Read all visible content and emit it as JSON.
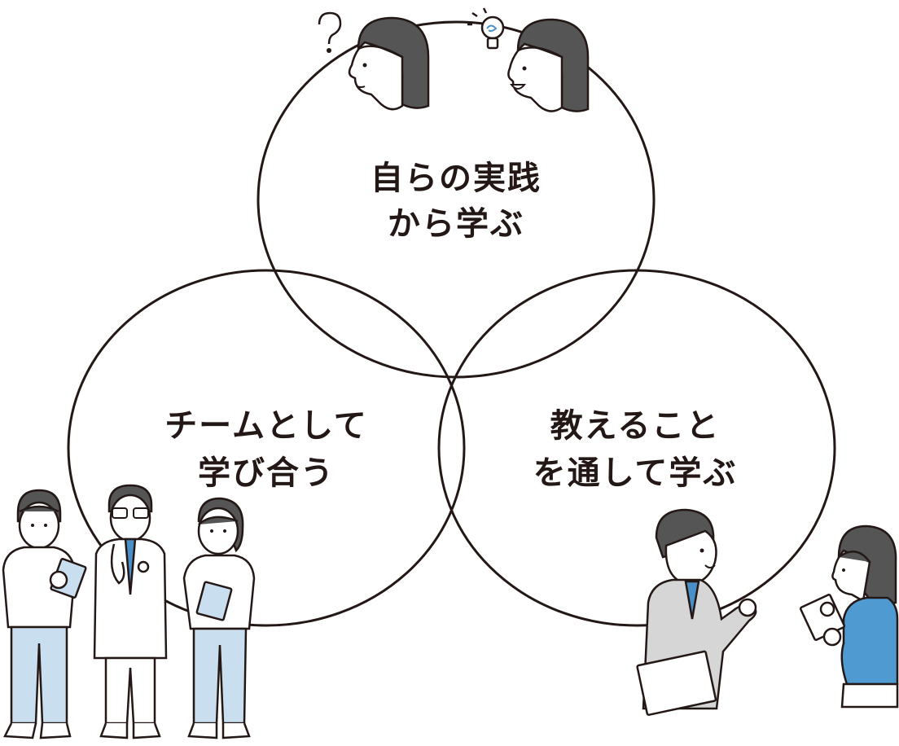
{
  "diagram": {
    "circles": [
      {
        "id": "top",
        "lines": [
          "自らの実践",
          "から学ぶ"
        ]
      },
      {
        "id": "left",
        "lines": [
          "チームとして",
          "学び合う"
        ]
      },
      {
        "id": "right",
        "lines": [
          "教えること",
          "を通して学ぶ"
        ]
      }
    ],
    "icons": [
      "question-mark-icon",
      "light-bulb-icon"
    ],
    "colors": {
      "line": "#231815",
      "hair": "#555555",
      "skin": "#ffffff",
      "scrub_blue": "#c9dff0",
      "tie_blue": "#4a90c8",
      "suit_gray": "#d6d6d6",
      "blouse_blue": "#4f9ad0"
    }
  }
}
